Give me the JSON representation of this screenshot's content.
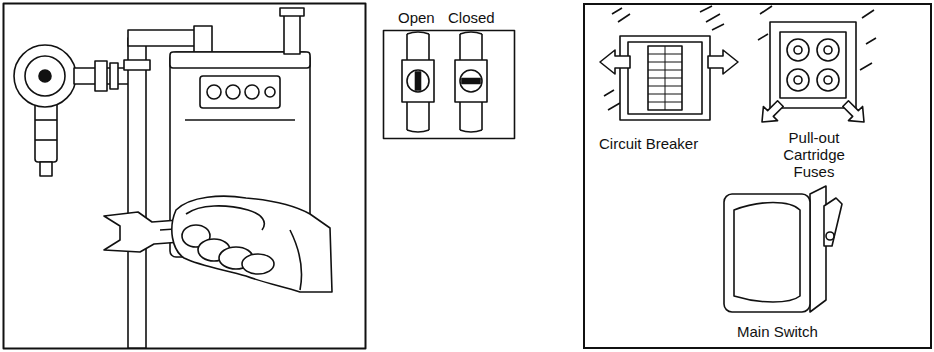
{
  "diagram": {
    "nodes": [
      {
        "text": [
          "Open",
          "Closed"
        ]
      },
      {
        "text": [
          "Circuit Breaker",
          "Pull-out Cartridge Fuses",
          "Main Switch"
        ]
      }
    ]
  }
}
